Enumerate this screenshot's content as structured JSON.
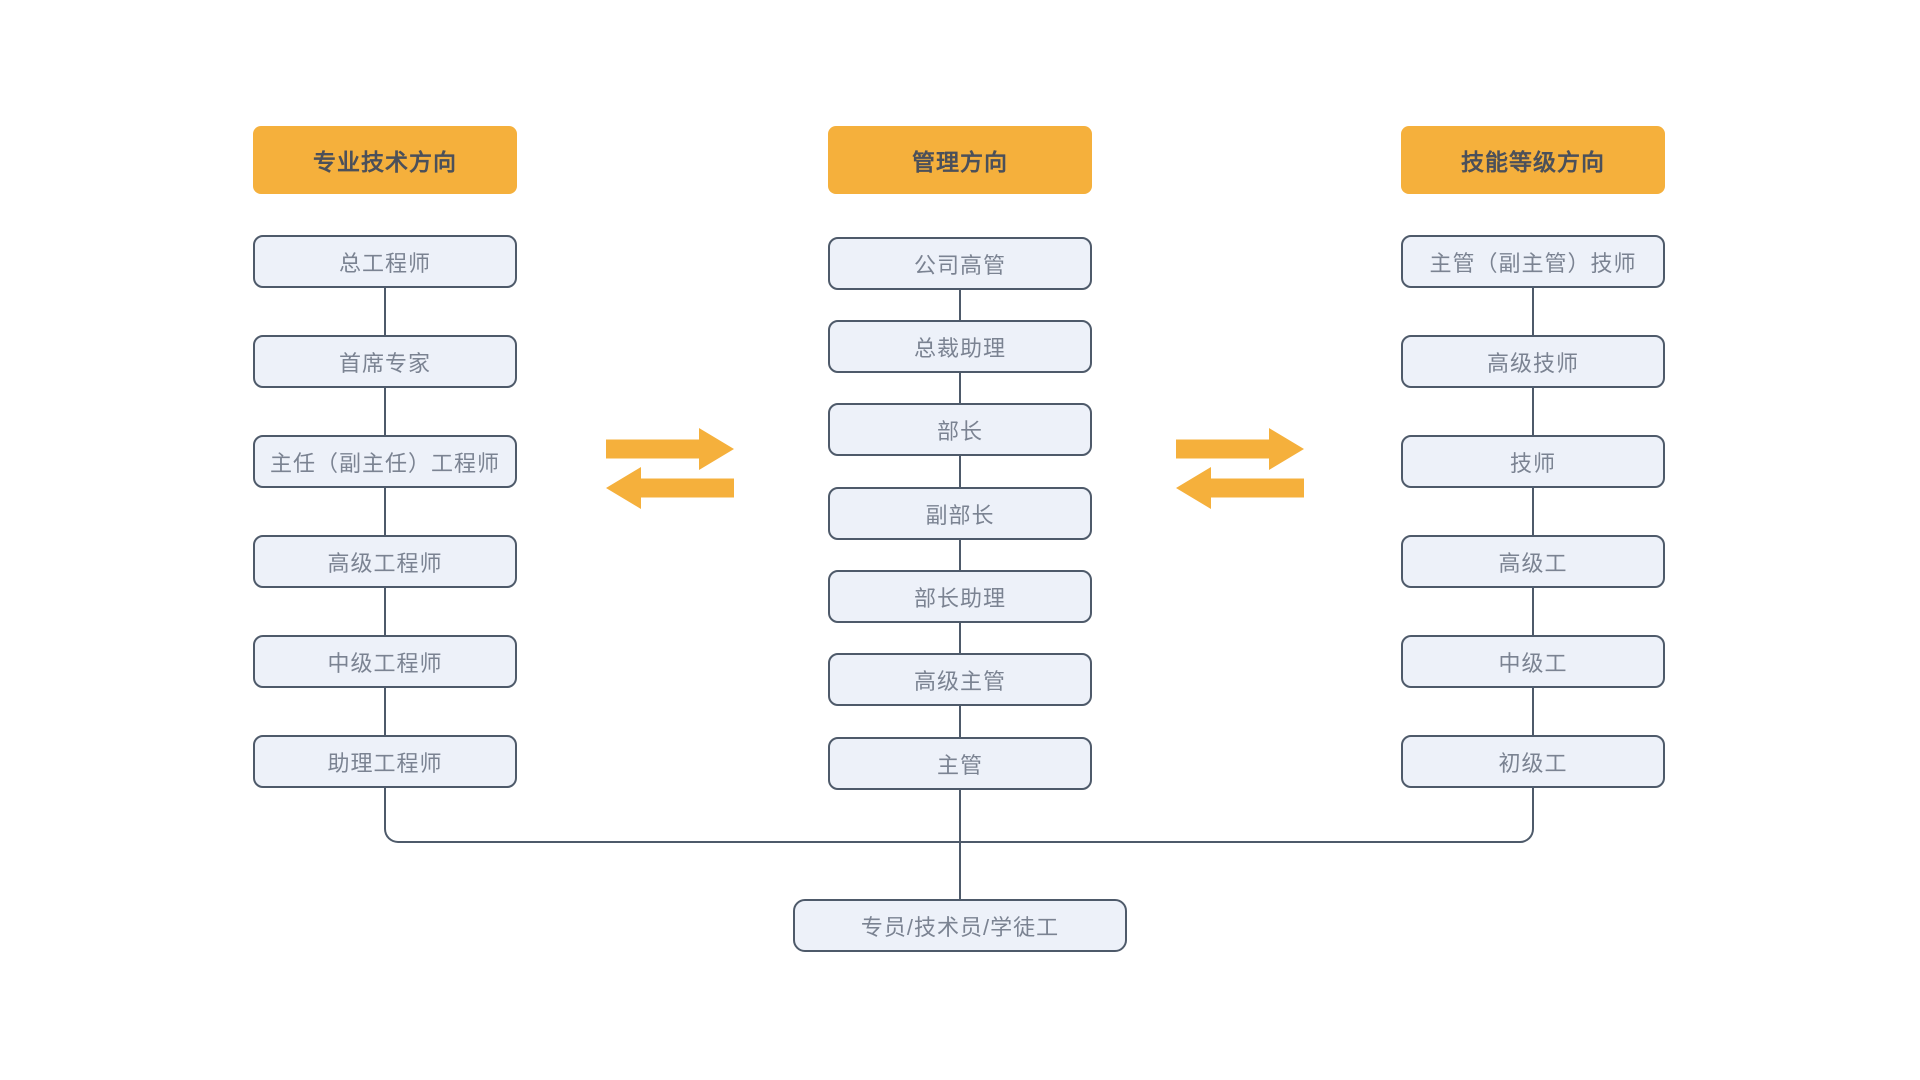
{
  "diagram": {
    "columns": [
      {
        "header": "专业技术方向",
        "items": [
          "总工程师",
          "首席专家",
          "主任（副主任）工程师",
          "高级工程师",
          "中级工程师",
          "助理工程师"
        ]
      },
      {
        "header": "管理方向",
        "items": [
          "公司高管",
          "总裁助理",
          "部长",
          "副部长",
          "部长助理",
          "高级主管",
          "主管"
        ]
      },
      {
        "header": "技能等级方向",
        "items": [
          "主管（副主管）技师",
          "高级技师",
          "技师",
          "高级工",
          "中级工",
          "初级工"
        ]
      }
    ],
    "base_item": "专员/技术员/学徒工",
    "icons": {
      "left_transfer": "bidirectional-arrow",
      "right_transfer": "bidirectional-arrow"
    },
    "colors": {
      "header_bg": "#F5B03C",
      "header_text": "#4B505A",
      "node_bg": "#EDF1F9",
      "node_border": "#4E5A6A",
      "node_text": "#7B8392",
      "connector": "#4E5A6A",
      "arrow": "#F5B03C",
      "background": "#FFFFFF"
    }
  }
}
